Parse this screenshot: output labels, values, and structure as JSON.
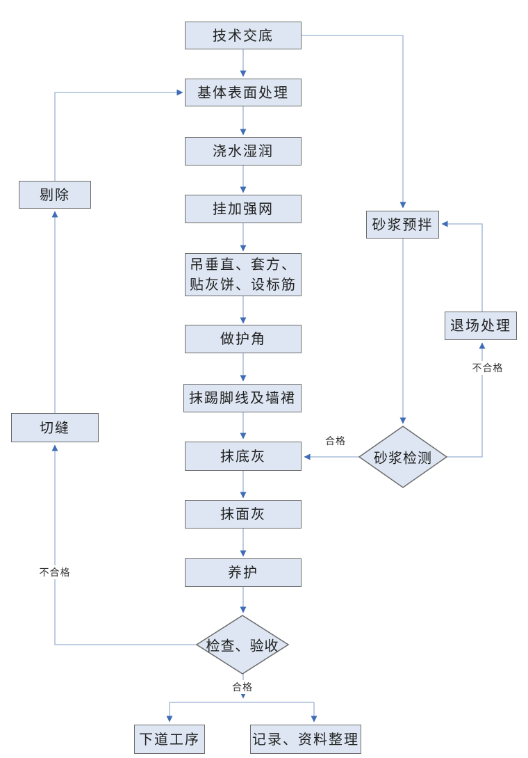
{
  "nodes": {
    "tech_disclosure": {
      "label": "技术交底"
    },
    "surface_treatment": {
      "label": "基体表面处理"
    },
    "watering": {
      "label": "浇水湿润"
    },
    "hang_mesh": {
      "label": "挂加强网"
    },
    "plumb_square": {
      "label_line1": "吊垂直、套方、",
      "label_line2": "贴灰饼、设标筋"
    },
    "corner_guard": {
      "label": "做护角"
    },
    "skirting": {
      "label": "抹踢脚线及墙裙"
    },
    "base_plaster": {
      "label": "抹底灰"
    },
    "finish_plaster": {
      "label": "抹面灰"
    },
    "curing": {
      "label": "养护"
    },
    "inspection": {
      "label": "检查、验收"
    },
    "next_process": {
      "label": "下道工序"
    },
    "records": {
      "label": "记录、资料整理"
    },
    "remove": {
      "label": "剔除"
    },
    "cut_seam": {
      "label": "切缝"
    },
    "mortar_premix": {
      "label": "砂浆预拌"
    },
    "mortar_test": {
      "label": "砂浆检测"
    },
    "exit_handling": {
      "label": "退场处理"
    }
  },
  "edge_labels": {
    "mortar_pass": "合格",
    "mortar_fail": "不合格",
    "inspection_pass": "合格",
    "inspection_fail": "不合格"
  },
  "colors": {
    "node_fill": "#dde6f2",
    "node_border": "#6a6a6a",
    "line": "#9ab1d3",
    "arrow": "#3f6cb5",
    "text_color": "#1f1f1f",
    "label_color": "#333333"
  }
}
